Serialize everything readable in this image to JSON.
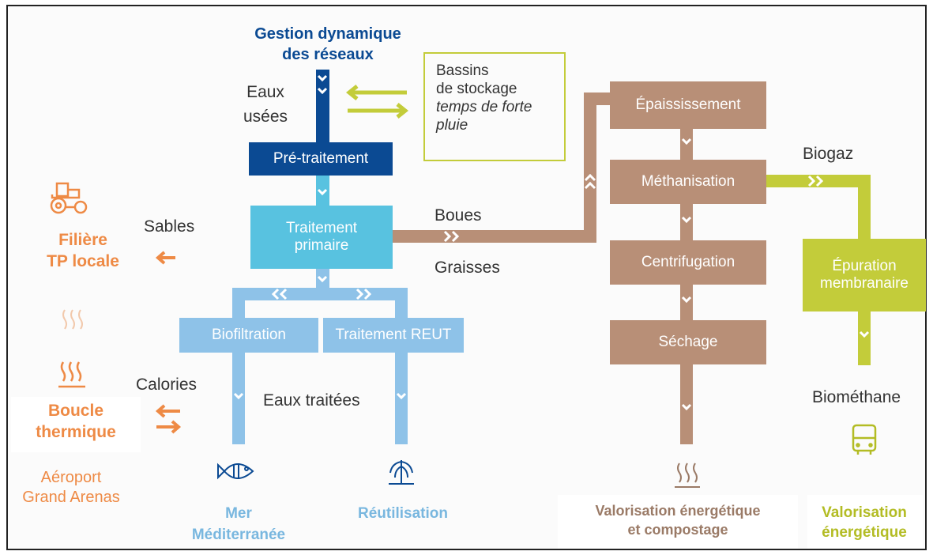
{
  "header": {
    "title_line1": "Gestion dynamique",
    "title_line2": "des réseaux"
  },
  "inputs": {
    "eaux_line1": "Eaux",
    "eaux_line2": "usées"
  },
  "storage": {
    "line1": "Bassins",
    "line2": "de stockage",
    "line3": "temps de forte",
    "line4": "pluie"
  },
  "process": {
    "pretraitement": "Pré-traitement",
    "primaire_line1": "Traitement",
    "primaire_line2": "primaire",
    "biofiltration": "Biofiltration",
    "reut": "Traitement REUT"
  },
  "flows": {
    "sables": "Sables",
    "boues": "Boues",
    "graisses": "Graisses",
    "calories": "Calories",
    "eaux_traitees": "Eaux traitées",
    "biogaz": "Biogaz",
    "biomethane": "Biométhane"
  },
  "sludge": {
    "epaississement": "Épaississement",
    "methanisation": "Méthanisation",
    "centrifugation": "Centrifugation",
    "sechage": "Séchage",
    "epuration_line1": "Épuration",
    "epuration_line2": "membranaire"
  },
  "outputs": {
    "filiere_line1": "Filière",
    "filiere_line2": "TP locale",
    "boucle_line1": "Boucle",
    "boucle_line2": "thermique",
    "aeroport_line1": "Aéroport",
    "aeroport_line2": "Grand Arenas",
    "mer_line1": "Mer",
    "mer_line2": "Méditerranée",
    "reutilisation": "Réutilisation",
    "valorisation_line1": "Valorisation énergétique",
    "valorisation_line2": "et compostage",
    "valo_en_line1": "Valorisation",
    "valo_en_line2": "énergétique"
  },
  "colors": {
    "navy": "#0b4a93",
    "cyan": "#58c2e0",
    "light_blue": "#8ec2e8",
    "tan": "#b88f77",
    "lime": "#c3cc3a",
    "orange": "#ee8a45"
  }
}
